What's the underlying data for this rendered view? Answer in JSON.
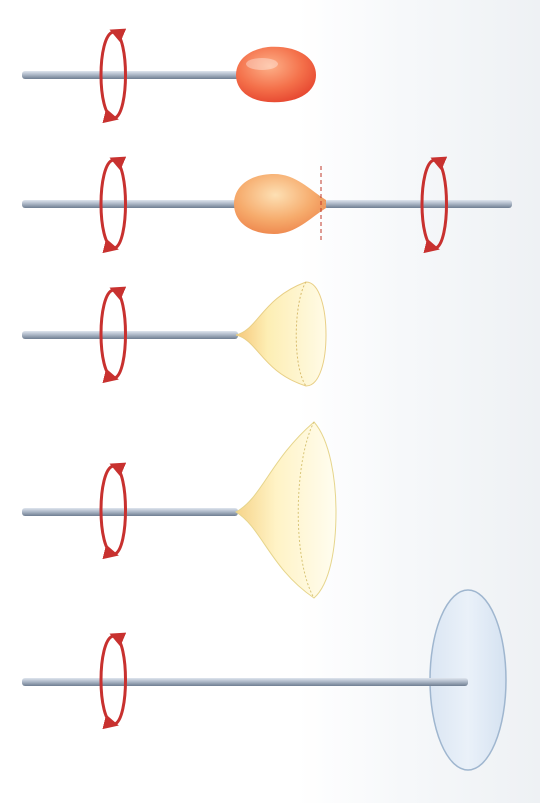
{
  "figure": {
    "stages": [
      {
        "id": "gather",
        "shape": "gather-bulb",
        "colors": {
          "glass_light": "#fb9a70",
          "glass_dark": "#e8402c"
        }
      },
      {
        "id": "transfer",
        "shape": "transfer-bulb",
        "colors": {
          "glass_light": "#fcd3a0",
          "glass_dark": "#ef8a4e"
        }
      },
      {
        "id": "open",
        "shape": "open-cone",
        "colors": {
          "glass_light": "#fff7cf",
          "glass_dark": "#f3d884"
        }
      },
      {
        "id": "flare",
        "shape": "wide-flare",
        "colors": {
          "glass_light": "#fffbe0",
          "glass_dark": "#f0dc8a"
        }
      },
      {
        "id": "disc",
        "shape": "flat-disc",
        "colors": {
          "glass_light": "#e4eef9",
          "glass_dark": "#b9cde3"
        }
      }
    ],
    "colors": {
      "rod": "#aeb9c8",
      "rod_dark": "#6f7e92",
      "rotation_arrow": "#c8312f"
    },
    "icons": [
      "rotation-arrow-icon",
      "blowpipe-rod",
      "punty-rod",
      "cut-line"
    ]
  }
}
